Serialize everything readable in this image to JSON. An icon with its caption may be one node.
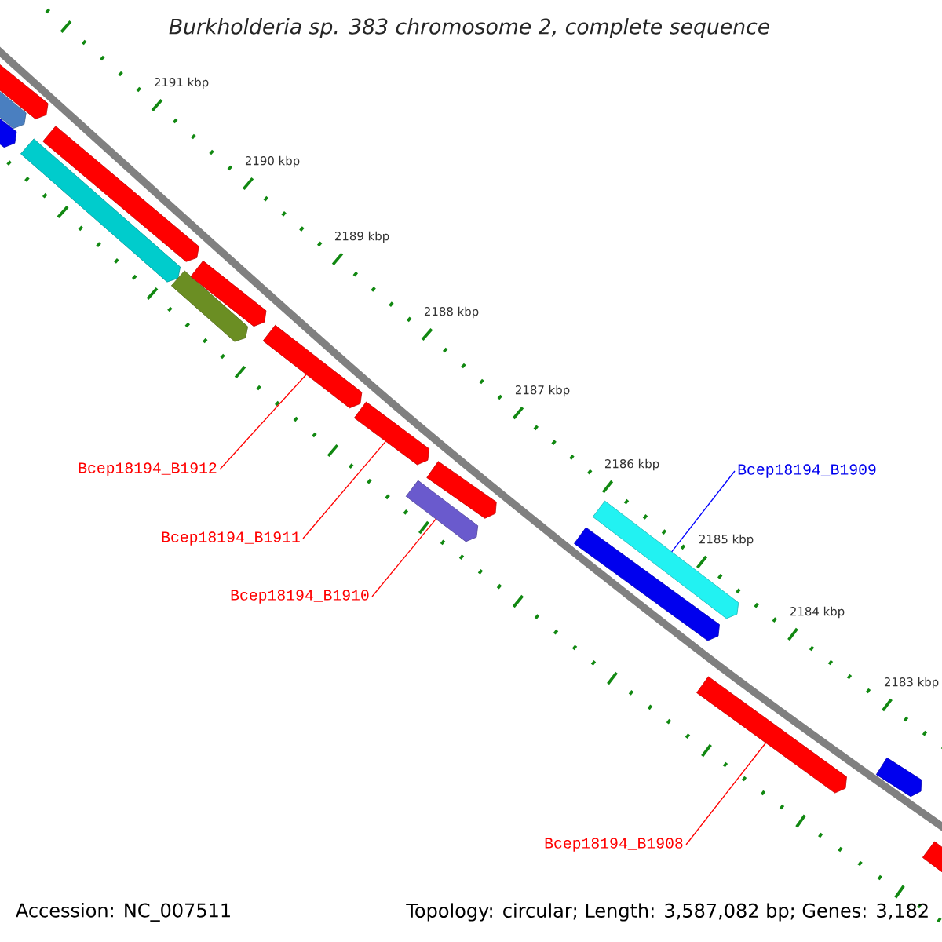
{
  "diagram": {
    "title": "Burkholderia sp. 383 chromosome 2, complete sequence",
    "nodes": [
      {
        "text": [
          "Bcep18194_B1912"
        ]
      },
      {
        "text": [
          "Bcep18194_B1909"
        ]
      },
      {
        "text": [
          "Bcep18194_B1911"
        ]
      },
      {
        "text": [
          "Bcep18194_B1910"
        ]
      },
      {
        "text": [
          "Bcep18194_B1908"
        ]
      },
      {
        "text": [],
        "shape": "bar"
      },
      {
        "text": [],
        "shape": "bar"
      },
      {
        "text": [],
        "shape": "bar"
      },
      {
        "text": [],
        "shape": "bar"
      },
      {
        "text": [],
        "shape": "bar"
      },
      {
        "text": [],
        "shape": "bar"
      },
      {
        "text": [],
        "shape": "bar"
      },
      {
        "text": [],
        "shape": "bar"
      },
      {
        "text": [],
        "shape": "bar"
      },
      {
        "text": [],
        "shape": "bar"
      },
      {
        "text": [],
        "shape": "bar"
      },
      {
        "text": [],
        "shape": "bar"
      },
      {
        "text": [],
        "shape": "bar"
      },
      {
        "text": [],
        "shape": "bar"
      },
      {
        "text": [],
        "shape": "bar"
      },
      {
        "text": [],
        "shape": "bar"
      }
    ],
    "edges": [
      {
        "from": 0,
        "to": 12,
        "arrow": "none"
      },
      {
        "from": 1,
        "to": 17,
        "arrow": "none",
        "color": "#0000ff"
      },
      {
        "from": 2,
        "to": 13,
        "arrow": "none"
      },
      {
        "from": 3,
        "to": 14,
        "arrow": "none"
      },
      {
        "from": 4,
        "to": 18,
        "arrow": "none"
      }
    ],
    "labels": [
      "2191 kbp",
      "2190 kbp",
      "2189 kbp",
      "2188 kbp",
      "2187 kbp",
      "2186 kbp",
      "2185 kbp",
      "2184 kbp",
      "2183 kbp",
      "Accession: NC_007511",
      "Topology: circular; Length: 3,587,082 bp; Genes: 3,182"
    ]
  }
}
